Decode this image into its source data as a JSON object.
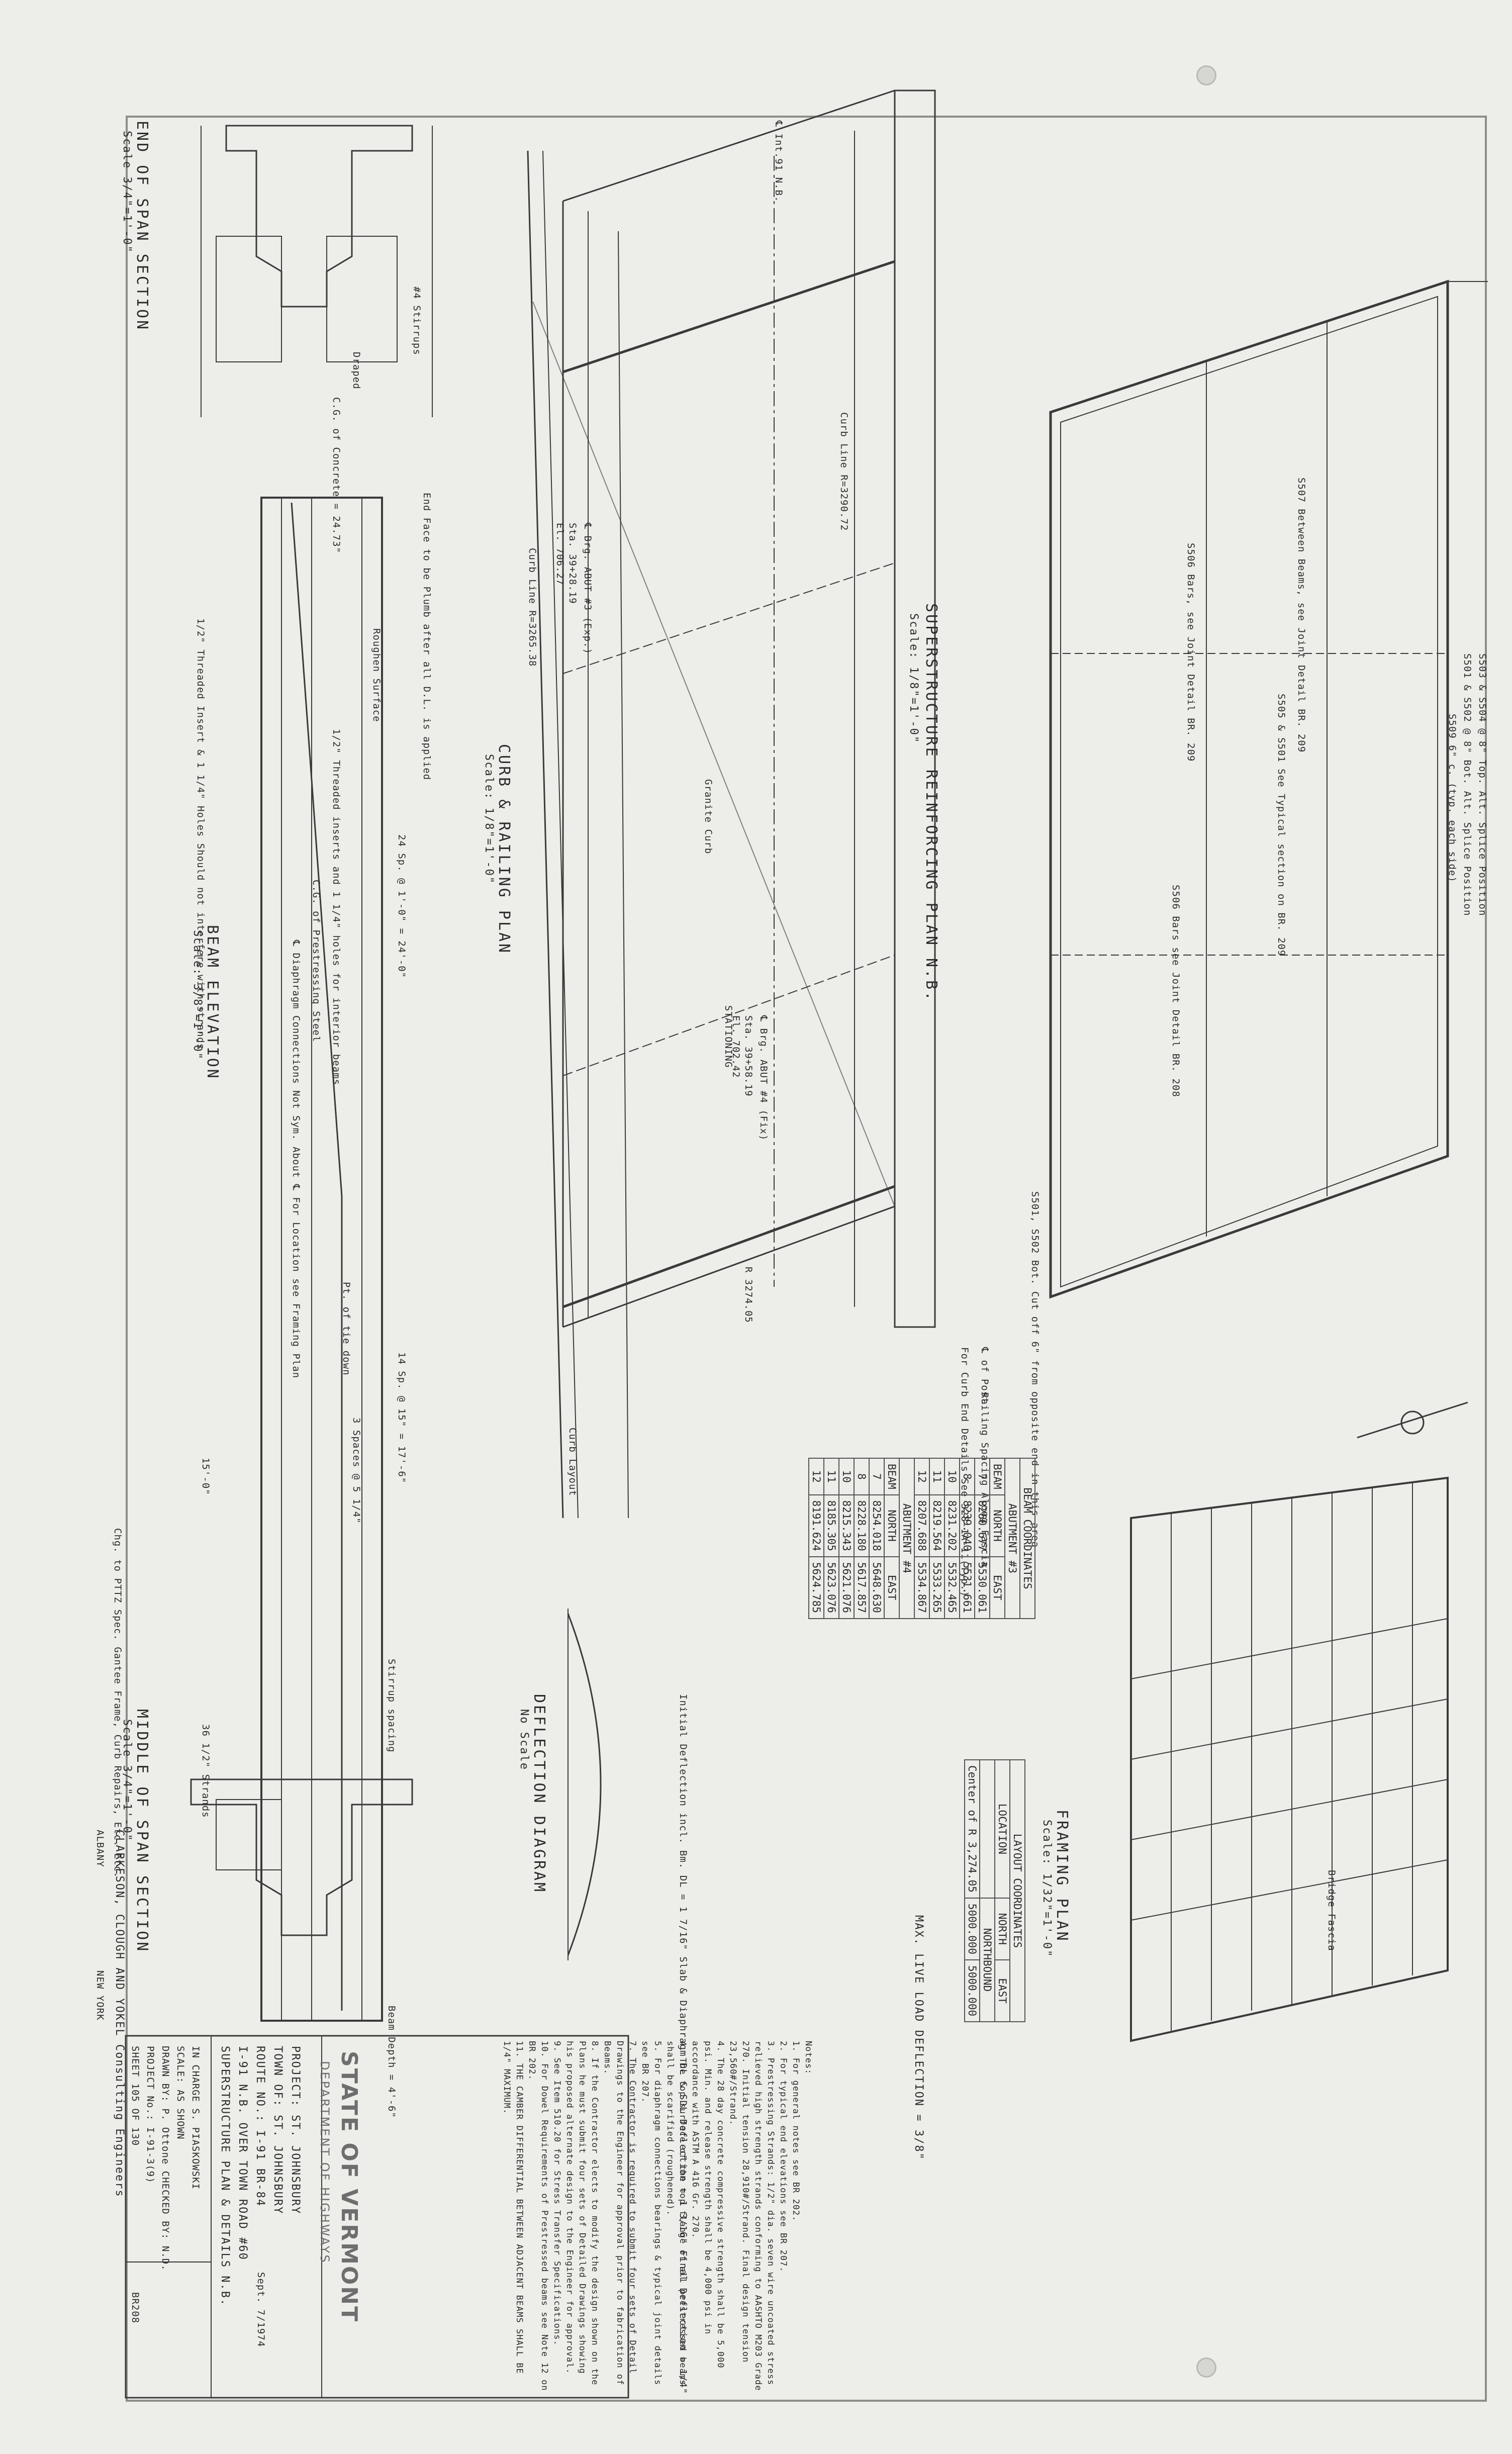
{
  "plan_title": "SUPERSTRUCTURE  REINFORCING  PLAN  N.B.",
  "plan_scale": "Scale: 1/8\"=1'-0\"",
  "curb_title": "CURB  &  RAILING  PLAN",
  "curb_scale": "Scale: 1/8\"=1'-0\"",
  "end_span_title": "END  OF  SPAN  SECTION",
  "end_span_scale": "Scale 3/4\"=1'-0\"",
  "beam_elev_title": "BEAM  ELEVATION",
  "beam_elev_scale": "Scale: 3/8\"=1'-0\"",
  "mid_span_title": "MIDDLE  OF  SPAN  SECTION",
  "mid_span_scale": "Scale 3/4\"=1'-0\"",
  "deflection_title": "DEFLECTION  DIAGRAM",
  "deflection_scale": "No Scale",
  "framing_title": "FRAMING  PLAN",
  "framing_scale": "Scale: 1/32\"=1'-0\"",
  "labels": {
    "cl_int_91": "℄ Int.91 N.B.",
    "cl_post": "℄ of Post",
    "curb_line_1": "Curb Line R=3290.72",
    "curb_line_2": "Curb Line R=3265.38",
    "granite_curb": "Granite Curb",
    "stationing": "STATIONING",
    "railing_spacing": "Railing Spacing Along Fascia",
    "curb_layout": "Curb Layout",
    "cl_brg_abut3": "℄ Brg. ABUT #3 (Exp.)",
    "cl_brg_abut4": "℄ Brg. ABUT #4 (Fix)",
    "sta_3": "Sta. 39+28.19",
    "el_3": "El. 706.27",
    "sta_4": "Sta. 39+58.19",
    "el_4": "El. 702.42",
    "r_3274": "R 3274.05",
    "curb_detail_note": "For Curb End Details See 328-1A-11(Typ.)",
    "s503": "S503 & S504 @ 8\" Top. Alt. Splice Position",
    "s501": "S501 & S502 @ 8\" Bot. Alt. Splice Position",
    "s507": "S507 Between Beams, see Joint Detail BR. 209",
    "s506": "S506 Bars, see Joint Detail BR. 209",
    "s505": "S505 & S501 See Typical section on BR. 209",
    "s508": "S506 Bars see Joint Detail BR. 208",
    "s501_note": "S501, S502 Bot. Cut off 6\" from opposite end in this area",
    "typ_each_side": "S509 6\" c. (typ. each side)",
    "stirrups_4": "#4 Stirrups",
    "draped": "Draped",
    "cg_concrete": "C.G. of Concrete = 24.73\"",
    "cg_steel": "C.G. of Prestressing Steel",
    "roughen": "Roughen Surface",
    "end_face": "End Face to be Plumb after all D.L. is applied",
    "threaded_insert": "1/2\" Threaded Insert & 1 1/4\" Holes Should not interfere with strands",
    "threaded_inserts": "1/2\" Threaded inserts and 1 1/4\" holes for interior beams",
    "diaphragm": "℄ Diaphragm Connections Not Sym. About ℄ For Location see Framing Plan",
    "strands": "36 1/2\" Strands",
    "beam_depth": "Beam Depth = 4'-6\"",
    "plt_tie_down": "Pt. of tie down",
    "stirrup_spacing": "Stirrup spacing",
    "sp_24": "24 Sp. @ 1'-0\" = 24'-0\"",
    "sp_14": "14 Sp. @ 15\" = 17'-6\"",
    "sp_3": "3 Spaces @ 5 1/4\"",
    "dim_15": "15'-0\"",
    "initial_deflection": "Initial Deflection incl. Bm. DL = 1 7/16\"  Slab & Diaphragm DL & SDL Deflection = 1 3/16\"  Final Deflection = 1/4\"",
    "bridge_fascia": "Bridge Fascia",
    "max_ll": "MAX.  LIVE LOAD DEFLECTION = 3/8\"",
    "consultant": "CLARKESON, CLOUGH AND YOKEL  Consulting Engineers",
    "albany": "ALBANY",
    "new_york": "NEW YORK",
    "orig_note": "Chg. to PTTZ Spec. Gantee Frame, Curb Repairs, Etc. Etc."
  },
  "beam_coords": {
    "title": "BEAM  COORDINATES",
    "sub1": "ABUTMENT  #3",
    "sub2": "ABUTMENT  #4",
    "headers": [
      "BEAM",
      "NORTH",
      "EAST"
    ],
    "abut3": [
      [
        "7",
        "8260.677",
        "5530.061"
      ],
      [
        "8",
        "8239.040",
        "5531.661"
      ],
      [
        "10",
        "8231.202",
        "5532.465"
      ],
      [
        "11",
        "8219.564",
        "5533.265"
      ],
      [
        "12",
        "8207.688",
        "5534.867"
      ]
    ],
    "abut4": [
      [
        "7",
        "8254.018",
        "5648.630"
      ],
      [
        "8",
        "8228.180",
        "5617.857"
      ],
      [
        "10",
        "8215.343",
        "5621.076"
      ],
      [
        "11",
        "8185.305",
        "5623.076"
      ],
      [
        "12",
        "8191.624",
        "5624.785"
      ]
    ]
  },
  "layout_coords": {
    "title": "LAYOUT COORDINATES",
    "headers": [
      "LOCATION",
      "NORTH",
      "EAST"
    ],
    "row": [
      "Center of R 3,274.05",
      "5000.000",
      "5000.000"
    ],
    "sub": "NORTHBOUND"
  },
  "notes": [
    "Notes:",
    "1. For general notes see BR 202.",
    "2. For typical end elevations see BR 207.",
    "3. Prestressing Strands: 1/2\" dia. seven wire uncoated stress relieved high strength strands conforming to AASHTO M203 Grade 270. Initial tension 28,910#/Strand. Final design tension 23,560#/Strand.",
    "4. The 28 day concrete compressive strength shall be 5,000 psi. Min. and release strength shall be 4,000 psi in accordance with ASTM A 416 Gr. 270.",
    "4. The top surface of the top flange of all prestressed beams shall be scarified (roughened).",
    "5. For diaphragm connections bearings & typical joint details see BR 207.",
    "7. The Contractor is required to submit four sets of Detail Drawings to the Engineer for approval prior to fabrication of Beams.",
    "8. If the Contractor elects to modify the design shown on the Plans he must submit four sets of Detailed Drawings showing his proposed alternate design to the Engineer for approval.",
    "9. See Item 510.20 for Stress Transfer Specifications.",
    "10. For Dowel Requirements of Prestressed beams see Note 12 on BR 202.",
    "11. THE CAMBER DIFFERENTIAL BETWEEN ADJACENT BEAMS SHALL BE 1/4\" MAXIMUM."
  ],
  "title_block": {
    "state": "STATE OF VERMONT",
    "dept": "DEPARTMENT OF HIGHWAYS",
    "project": "PROJECT:  ST. JOHNSBURY",
    "town": "TOWN OF:  ST. JOHNSBURY",
    "route": "ROUTE NO.:  I-91   BR-84",
    "date": "Sept. 7/1974",
    "desc1": "I-91 N.B. OVER TOWN ROAD #60",
    "desc2": "SUPERSTRUCTURE PLAN & DETAILS N.B.",
    "in_charge": "IN CHARGE   S. PIASKOWSKI",
    "scale": "SCALE:  AS SHOWN",
    "drawn": "DRAWN BY:  P. Ottone   CHECKED BY:  N.D.",
    "project_no": "PROJECT No.:  I-91-3(9)",
    "sheet": "SHEET 105 OF 130",
    "sheet_id": "BR208"
  }
}
